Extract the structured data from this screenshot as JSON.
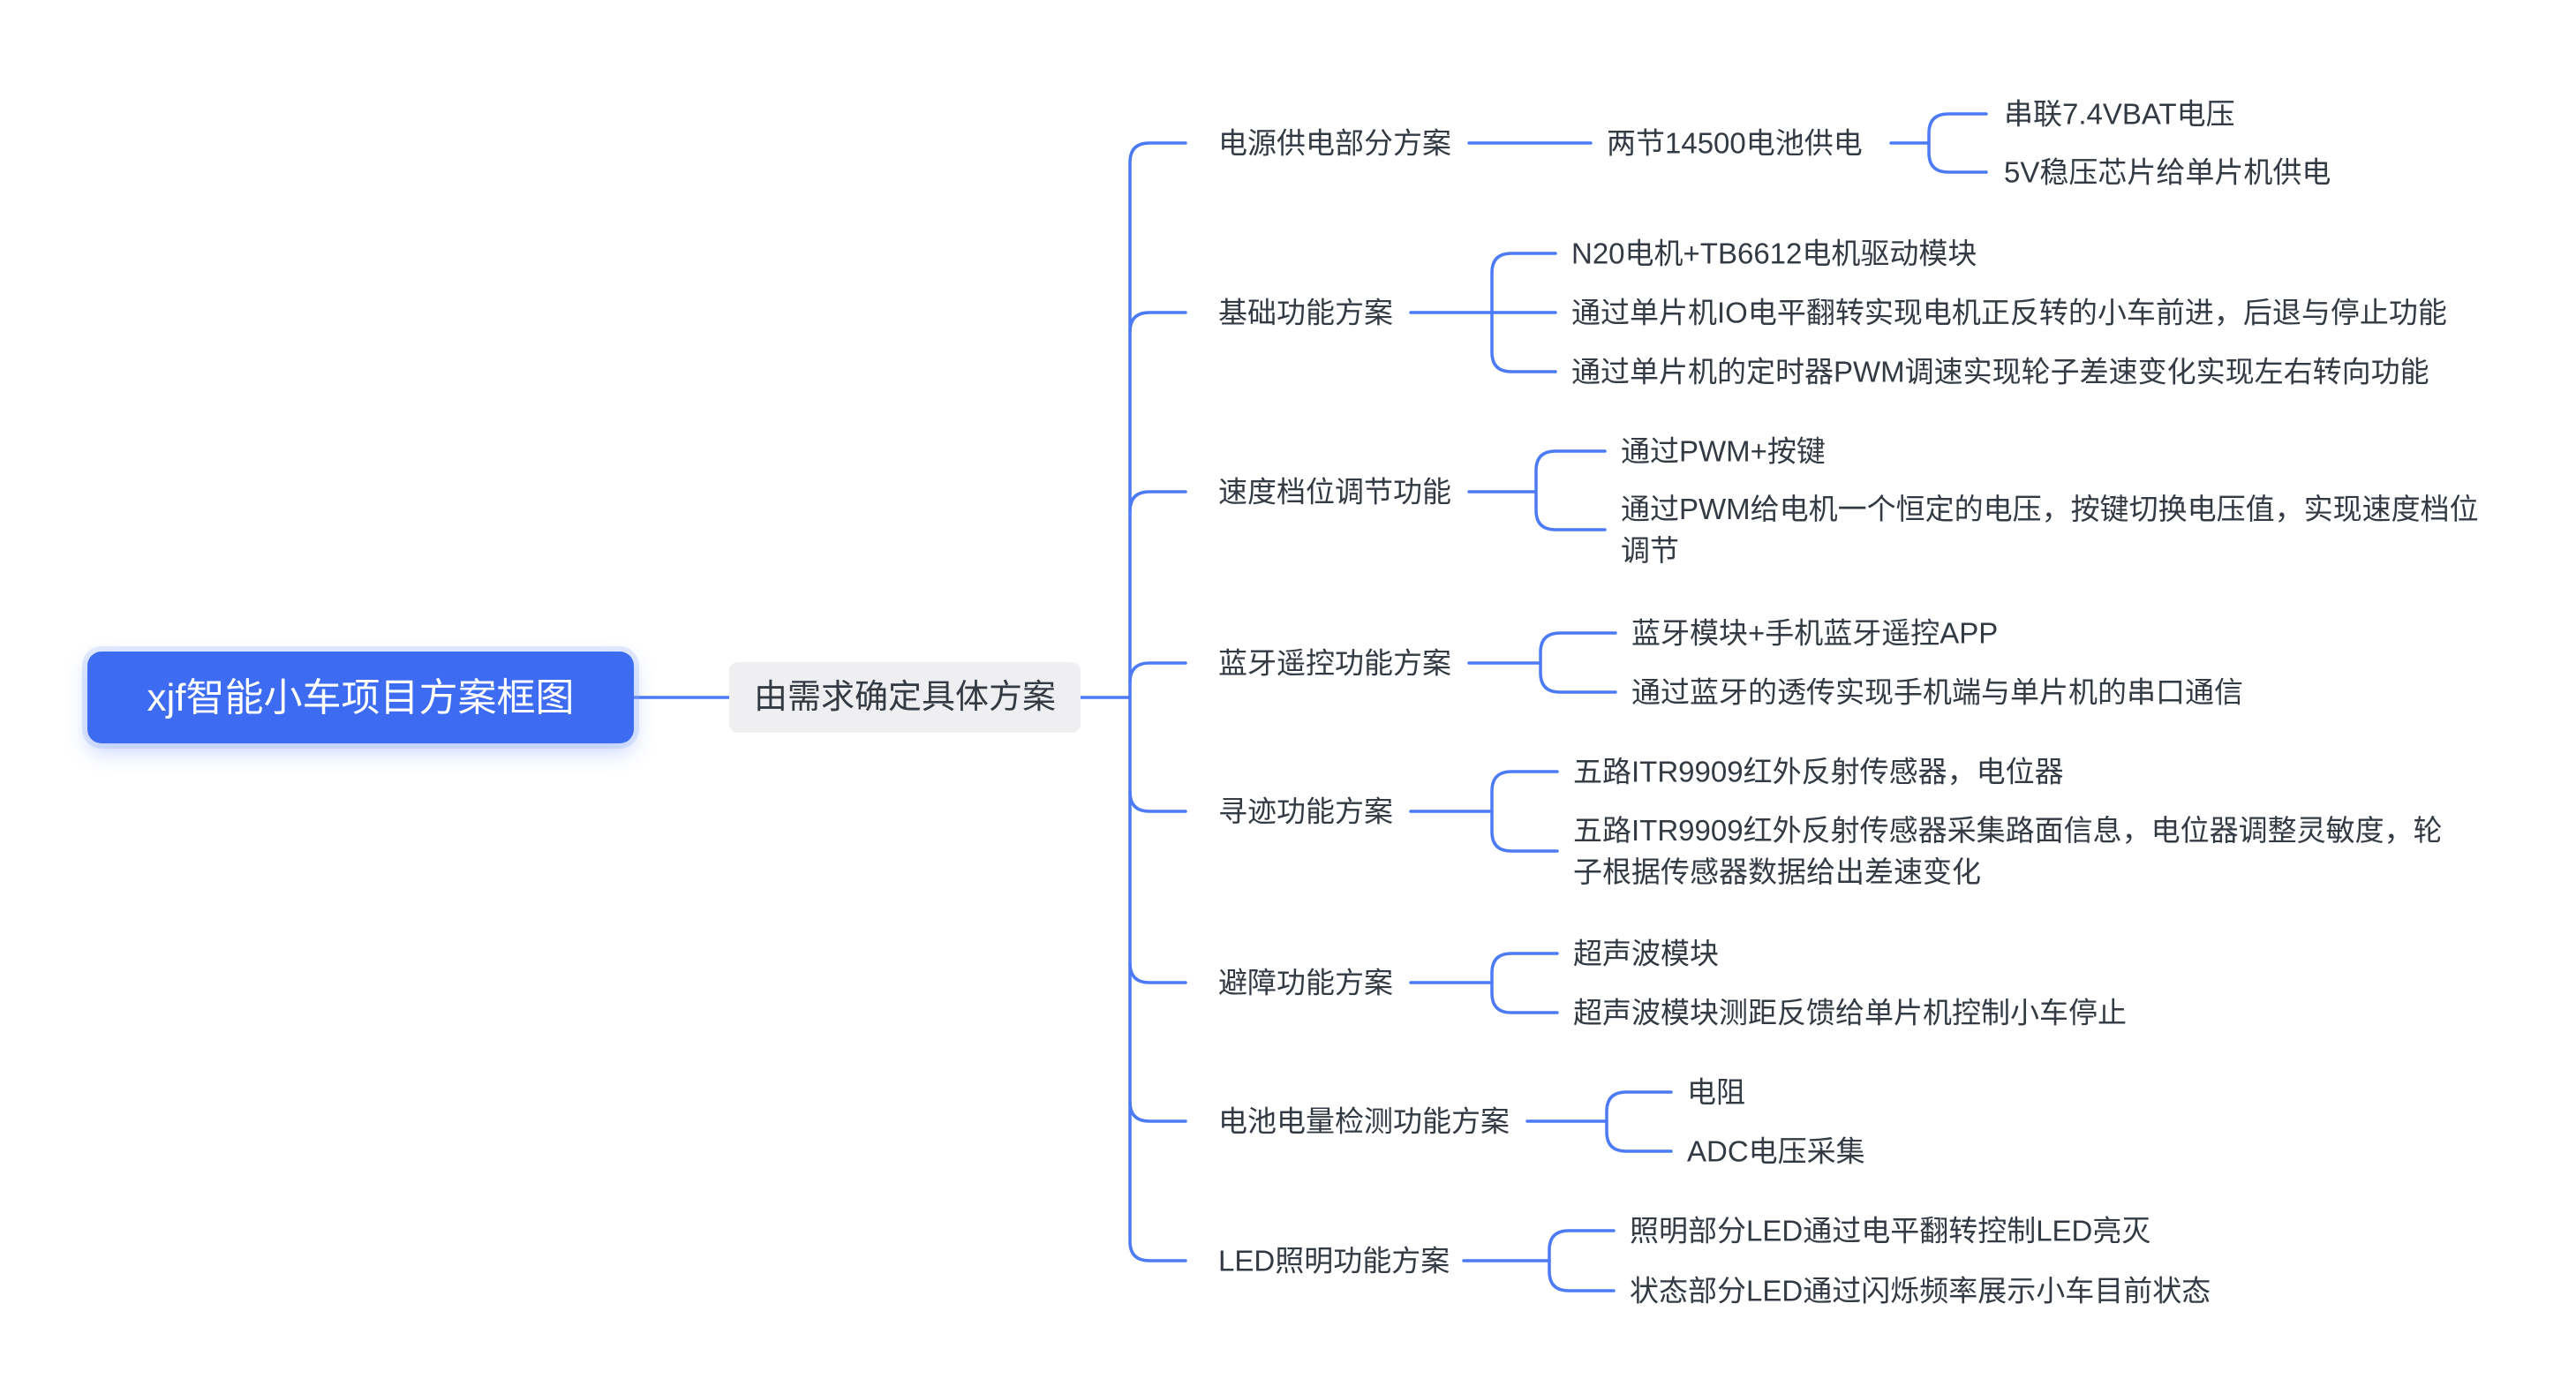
{
  "colors": {
    "connector_blue": "#4C7BF5",
    "root_fill": "#3D6BF2",
    "root_text": "#FFFFFF",
    "hub_fill": "#EFEFF1",
    "node_text": "#333A43",
    "background": "#FFFFFF"
  },
  "root": {
    "label": "xjf智能小车项目方案框图"
  },
  "hub": {
    "label": "由需求确定具体方案"
  },
  "branches": [
    {
      "label": "电源供电部分方案",
      "children": [
        {
          "label": "两节14500电池供电",
          "children": [
            {
              "label": "串联7.4VBAT电压"
            },
            {
              "label": "5V稳压芯片给单片机供电"
            }
          ]
        }
      ]
    },
    {
      "label": "基础功能方案",
      "children": [
        {
          "label": "N20电机+TB6612电机驱动模块"
        },
        {
          "label": "通过单片机IO电平翻转实现电机正反转的小车前进，后退与停止功能"
        },
        {
          "label": "通过单片机的定时器PWM调速实现轮子差速变化实现左右转向功能"
        }
      ]
    },
    {
      "label": "速度档位调节功能",
      "children": [
        {
          "label": "通过PWM+按键"
        },
        {
          "label": "通过PWM给电机一个恒定的电压，按键切换电压值，实现速度档位调节"
        }
      ]
    },
    {
      "label": "蓝牙遥控功能方案",
      "children": [
        {
          "label": "蓝牙模块+手机蓝牙遥控APP"
        },
        {
          "label": "通过蓝牙的透传实现手机端与单片机的串口通信"
        }
      ]
    },
    {
      "label": "寻迹功能方案",
      "children": [
        {
          "label": "五路ITR9909红外反射传感器，电位器"
        },
        {
          "label": "五路ITR9909红外反射传感器采集路面信息，电位器调整灵敏度，轮子根据传感器数据给出差速变化"
        }
      ]
    },
    {
      "label": "避障功能方案",
      "children": [
        {
          "label": "超声波模块"
        },
        {
          "label": "超声波模块测距反馈给单片机控制小车停止"
        }
      ]
    },
    {
      "label": "电池电量检测功能方案",
      "children": [
        {
          "label": "电阻"
        },
        {
          "label": "ADC电压采集"
        }
      ]
    },
    {
      "label": "LED照明功能方案",
      "children": [
        {
          "label": "照明部分LED通过电平翻转控制LED亮灭"
        },
        {
          "label": "状态部分LED通过闪烁频率展示小车目前状态"
        }
      ]
    }
  ]
}
